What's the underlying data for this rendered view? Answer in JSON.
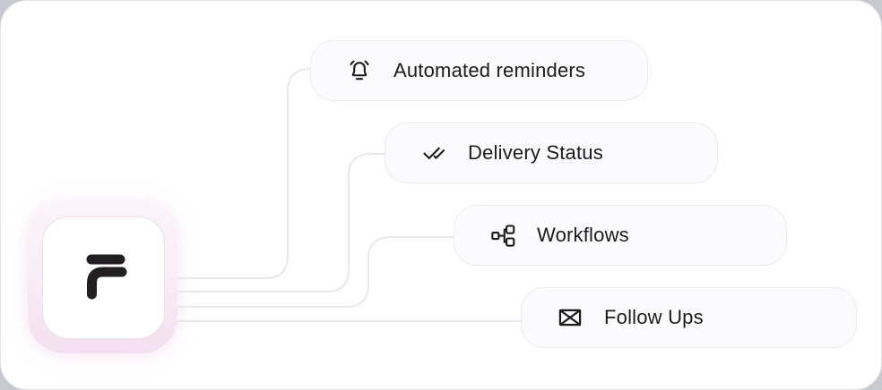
{
  "colors": {
    "page_bg": "#c7c9cf",
    "card_bg": "#ffffff",
    "pill_bg": "#fbfafd",
    "pill_border": "#eceaf1",
    "connector": "#e9e8ed",
    "ink": "#1b1b1e",
    "glow_top": "#fcf4fa",
    "glow_bottom": "#f3dff0"
  },
  "logo": {
    "name": "brand-logo",
    "description": "dark curved F mark with sparkle in white rounded tile with pink glow"
  },
  "nodes": [
    {
      "label": "Automated reminders",
      "icon": "bell-ring-icon"
    },
    {
      "label": "Delivery Status",
      "icon": "double-check-icon"
    },
    {
      "label": "Workflows",
      "icon": "workflow-icon"
    },
    {
      "label": "Follow Ups",
      "icon": "envelope-icon"
    }
  ]
}
